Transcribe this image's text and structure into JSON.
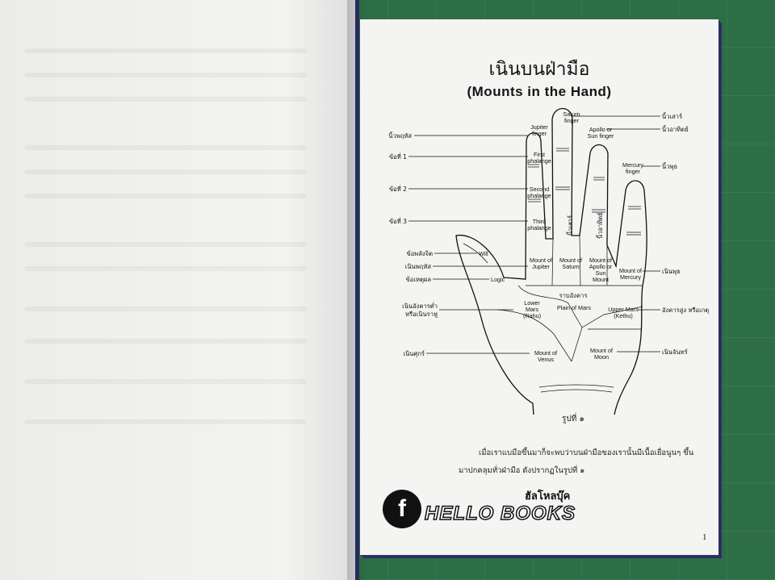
{
  "page": {
    "title_thai": "เนินบนฝ่ามือ",
    "title_english": "(Mounts in the Hand)",
    "figure_caption": "รูปที่ ๑",
    "paragraph_line_1": "เมื่อเราแบมือขึ้นมาก็จะพบว่าบนฝ่ามือของเรานั้นมีเนื้อเยื่อนูนๆ   ขึ้น",
    "paragraph_line_2": "มาปกคลุมทั่วฝ่ามือ  ดังปรากฏในรูปที่  ๑",
    "page_number": "1"
  },
  "diagram": {
    "left_labels": {
      "jupiter_finger_th": "นิ้วพฤหัส",
      "phalange_1_th": "ข้อที่  1",
      "phalange_2_th": "ข้อที่  2",
      "phalange_3_th": "ข้อที่  3",
      "will_th": "ข้อพลังจิต",
      "mount_jupiter_th": "เนินพฤหัส",
      "logic_th": "ข้อเหตุผล",
      "lower_mars_th_1": "เนินอังคารต่ำ",
      "lower_mars_th_2": "หรือเนินราหู",
      "venus_th": "เนินศุกร์"
    },
    "right_labels": {
      "saturn_finger_th": "นิ้วเสาร์",
      "sun_finger_th": "นิ้วอาทิตย์",
      "mercury_finger_th": "นิ้วพุธ",
      "mount_mercury_th": "เนินพุธ",
      "upper_mars_th": "อังคารสูง  หรือเกตุ",
      "moon_th": "เนินจันทร์"
    },
    "english_labels": {
      "saturn_finger_1": "Saturn",
      "saturn_finger_2": "finger",
      "jupiter_finger_1": "Jupiter",
      "jupiter_finger_2": "finger",
      "apollo_finger_1": "Apollo or",
      "apollo_finger_2": "Sun finger",
      "mercury_finger_1": "Mercury",
      "mercury_finger_2": "finger",
      "first_1": "First",
      "first_2": "phalange",
      "second_1": "Second",
      "second_2": "phalange",
      "third_1": "Third",
      "third_2": "phalange",
      "will": "Will",
      "logic": "Logic",
      "mount_jupiter_1": "Mount of",
      "mount_jupiter_2": "Jupiter",
      "mount_saturn_1": "Mount of",
      "mount_saturn_2": "Saturn",
      "mount_apollo_1": "Mount of",
      "mount_apollo_2": "Apollo or",
      "mount_apollo_3": "Sun",
      "mount_apollo_4": "Mount",
      "mount_mercury_1": "Mount of",
      "mount_mercury_2": "Mercury",
      "plain_mars_th": "ราบอังคาร",
      "plain_mars": "Plain of Mars",
      "lower_mars_1": "Lower",
      "lower_mars_2": "Mars",
      "lower_mars_3": "(Rahu)",
      "upper_mars_1": "Upper Mars",
      "upper_mars_2": "(Kethu)",
      "mount_venus_1": "Mount of",
      "mount_venus_2": "Venus",
      "mount_moon_1": "Mount of",
      "mount_moon_2": "Moon"
    },
    "finger_text": {
      "saturn_finger_inner": "นิ้วเสาร์",
      "sun_finger_inner": "นิ้วอาทิตย์"
    }
  },
  "logo": {
    "icon_letter": "f",
    "brand": "HELLO BOOKS",
    "sub": "ฮัลโหลบุ๊ค"
  }
}
